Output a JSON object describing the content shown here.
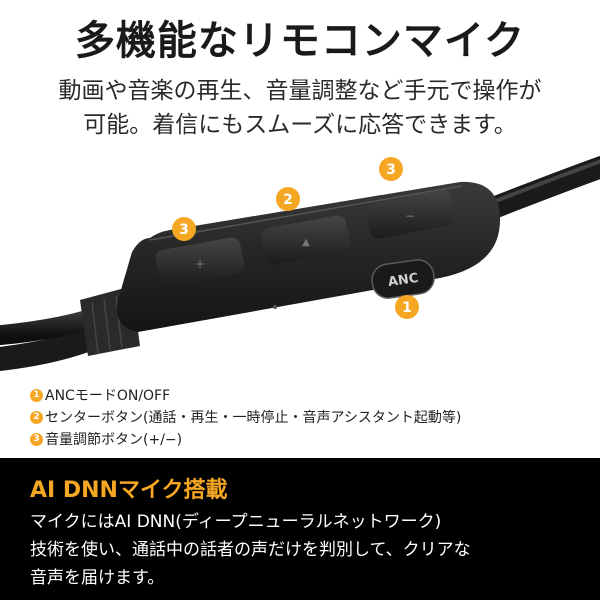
{
  "header": {
    "title": "多機能なリモコンマイク",
    "subtitle_lines": [
      "動画や音楽の再生、音量調整など手元で操作が",
      "可能。着信にもスムーズに応答できます。"
    ]
  },
  "remote": {
    "anc_label": "ANC",
    "badges": [
      "3",
      "2",
      "3",
      "1"
    ],
    "button_symbols": [
      "+",
      "▲",
      "−"
    ]
  },
  "legend": {
    "items": [
      {
        "num": "1",
        "text": "ANCモードON/OFF"
      },
      {
        "num": "2",
        "text": "センターボタン(通話・再生・一時停止・音声アシスタント起動等)"
      },
      {
        "num": "3",
        "text": "音量調節ボタン(+/−)"
      }
    ]
  },
  "feature": {
    "heading": "AI DNNマイク搭載",
    "body_lines": [
      "マイクにはAI DNN(ディープニューラルネットワーク)",
      "技術を使い、通話中の話者の声だけを判別して、クリアな",
      "音声を届けます。"
    ]
  },
  "colors": {
    "accent": "#f5a623",
    "panel_bg": "#000000",
    "remote_body": "#262626"
  }
}
